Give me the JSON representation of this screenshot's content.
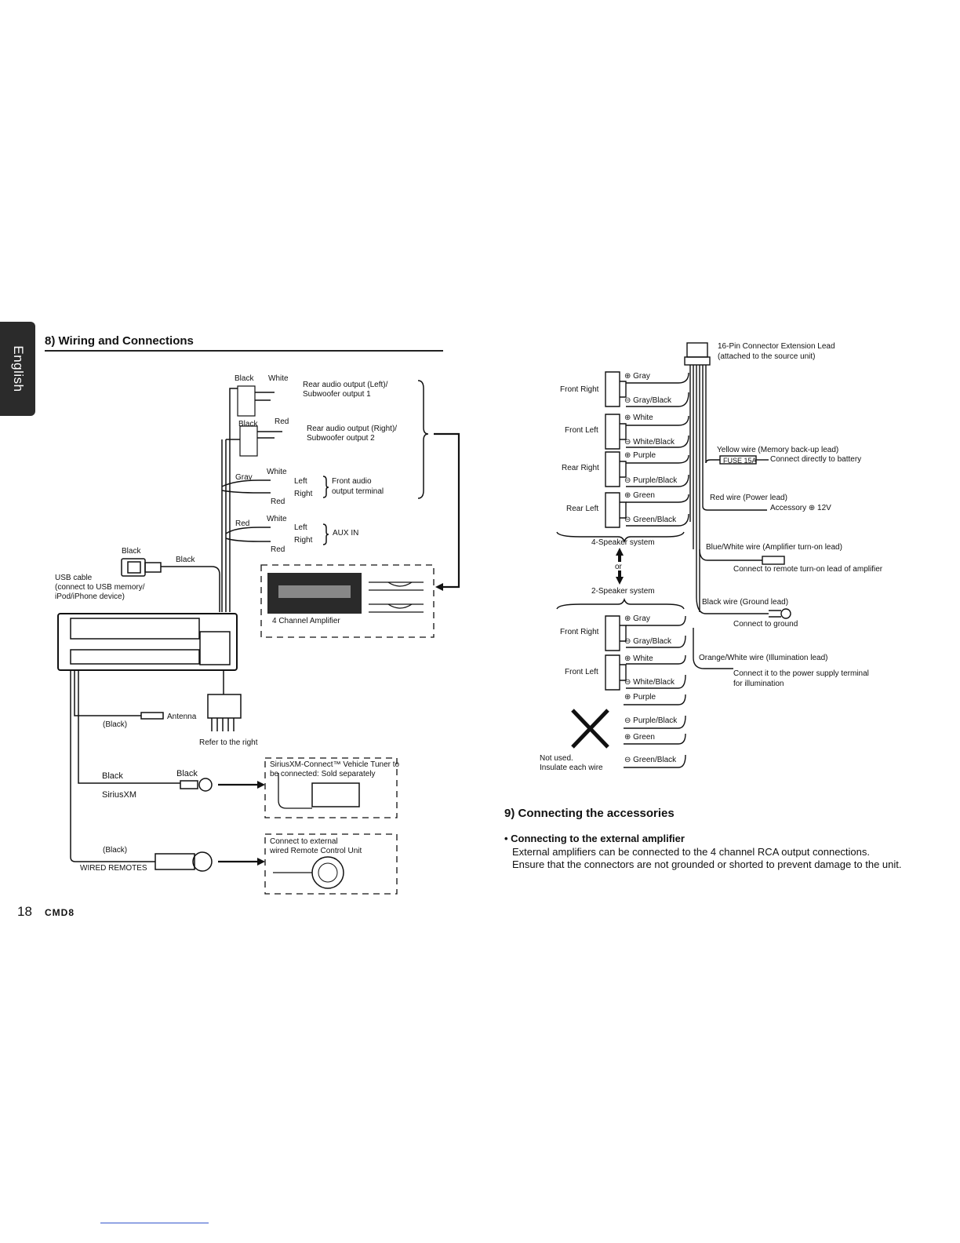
{
  "side_tab": {
    "label": "English"
  },
  "section8": {
    "title": "8) Wiring and Connections"
  },
  "left_diagram": {
    "rear_out_1_black": "Black",
    "rear_out_1_white": "White",
    "rear_out_1_desc": "Rear audio output (Left)/",
    "rear_out_1_desc2": "Subwoofer output 1",
    "rear_out_2_black": "Black",
    "rear_out_2_red": "Red",
    "rear_out_2_desc": "Rear audio output (Right)/",
    "rear_out_2_desc2": "Subwoofer output 2",
    "front_gray": "Gray",
    "front_white": "White",
    "front_left": "Left",
    "front_right": "Right",
    "front_red": "Red",
    "front_desc": "Front audio",
    "front_desc2": "output terminal",
    "aux_red": "Red",
    "aux_white": "White",
    "aux_left": "Left",
    "aux_right": "Right",
    "aux_red2": "Red",
    "aux_desc": "AUX IN",
    "usb_black1": "Black",
    "usb_black2": "Black",
    "usb_cable": "USB cable",
    "usb_cable2": "(connect to USB memory/",
    "usb_cable3": "iPod/iPhone device)",
    "amp_label": "4 Channel Amplifier",
    "antenna_black": "(Black)",
    "antenna": "Antenna",
    "refer_right": "Refer to the right",
    "sxm_black1": "Black",
    "sxm_black2": "Black",
    "sxm_label": "SiriusXM",
    "sxm_box1": "SiriusXM-Connect™ Vehicle Tuner to",
    "sxm_box2": "be connected: Sold separately",
    "wired_black": "(Black)",
    "wired_remotes": "WIRED REMOTES",
    "remote_box1": "Connect to external",
    "remote_box2": "wired Remote Control Unit"
  },
  "right_diagram": {
    "connector1": "16-Pin Connector Extension Lead",
    "connector2": "(attached to the source unit)",
    "front_right": "Front Right",
    "front_left": "Front Left",
    "rear_right": "Rear Right",
    "rear_left": "Rear Left",
    "gray_pos": "⊕ Gray",
    "gray_neg": "⊖ Gray/Black",
    "white_pos": "⊕ White",
    "white_neg": "⊖ White/Black",
    "purple_pos": "⊕ Purple",
    "purple_neg": "⊖ Purple/Black",
    "green_pos": "⊕ Green",
    "green_neg": "⊖ Green/Black",
    "four_speaker": "4-Speaker system",
    "or": "or",
    "two_speaker": "2-Speaker system",
    "front_right_2": "Front Right",
    "front_left_2": "Front Left",
    "gray_pos_2": "⊕ Gray",
    "gray_neg_2": "⊖ Gray/Black",
    "white_pos_2": "⊕ White",
    "white_neg_2": "⊖ White/Black",
    "purple_pos_2": "⊕ Purple",
    "purple_neg_2": "⊖ Purple/Black",
    "green_pos_2": "⊕ Green",
    "green_neg_2": "⊖ Green/Black",
    "not_used": "Not used.",
    "insulate": "Insulate each wire",
    "yellow": "Yellow wire (Memory back-up lead)",
    "fuse": "FUSE 15A",
    "battery": "Connect directly to battery",
    "red": "Red wire (Power lead)",
    "accessory": "Accessory ⊕ 12V",
    "bluewhite": "Blue/White wire (Amplifier turn-on lead)",
    "remote_on": "Connect to remote turn-on lead of amplifier",
    "black": "Black wire (Ground lead)",
    "ground": "Connect to ground",
    "orange": "Orange/White wire (Illumination lead)",
    "illum1": "Connect it to the power supply terminal",
    "illum2": "for illumination"
  },
  "section9": {
    "title": "9) Connecting the accessories",
    "subtitle": "• Connecting to the external amplifier",
    "body": "External amplifiers can be connected to the 4 channel RCA output connections. Ensure that the connectors are not grounded or shorted to prevent damage to the unit."
  },
  "footer": {
    "page": "18",
    "model": "CMD8"
  }
}
